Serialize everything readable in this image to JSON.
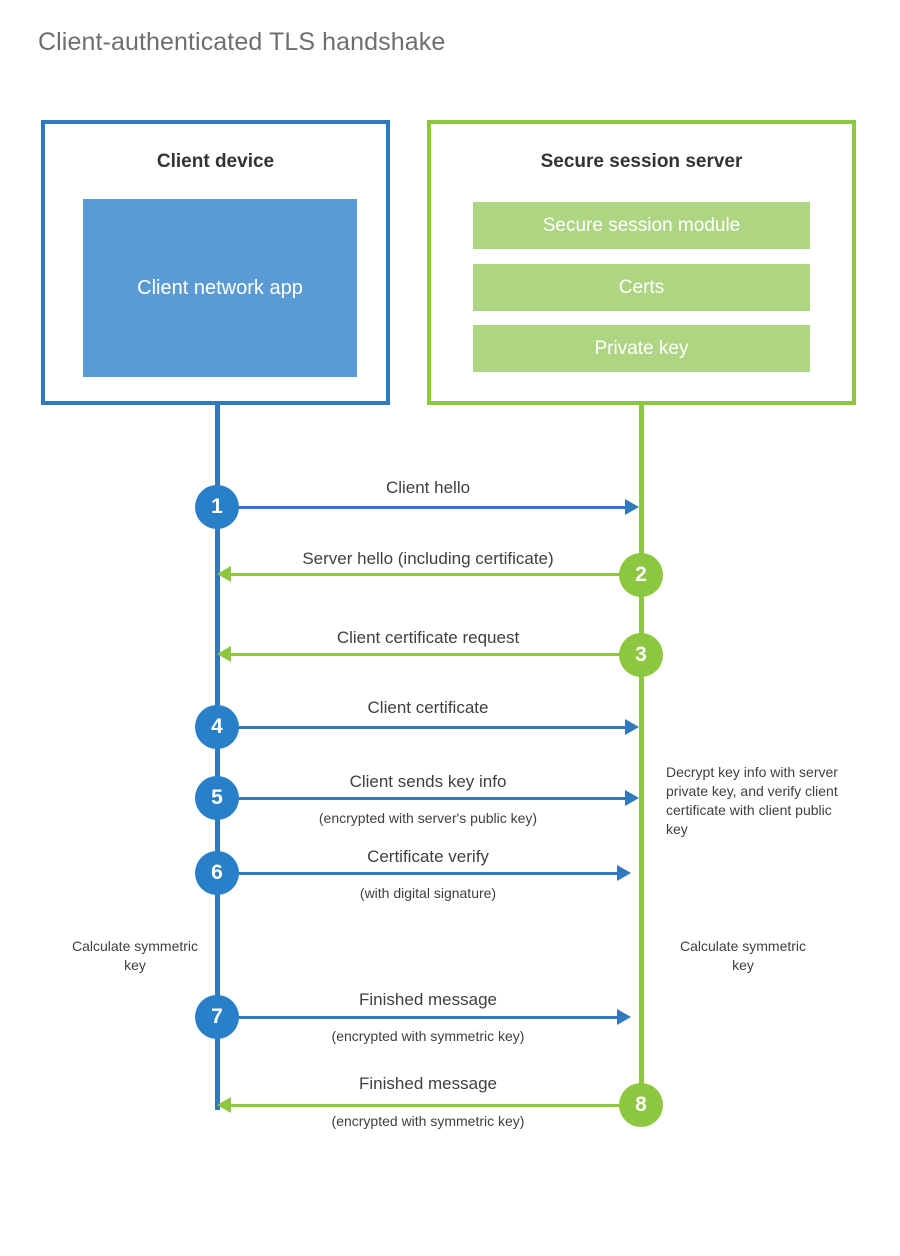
{
  "page": {
    "title": "Client-authenticated TLS handshake"
  },
  "colors": {
    "client_border": "#3178be",
    "client_fill": "#5b9bd5",
    "server_border": "#8dc63f",
    "server_fill": "#aed581",
    "client_step": "#2980c9",
    "server_step": "#8dc63f",
    "title_text": "#6d6e71",
    "body_text": "#3f3f3f",
    "background": "#ffffff"
  },
  "actors": {
    "client": {
      "title": "Client device",
      "component": "Client network app"
    },
    "server": {
      "title": "Secure session server",
      "components": [
        "Secure session module",
        "Certs",
        "Private key"
      ]
    }
  },
  "steps": [
    {
      "number": "1",
      "label": "Client hello",
      "sub": "",
      "direction": "client-to-server",
      "origin": "client"
    },
    {
      "number": "2",
      "label": "Server hello (including certificate)",
      "sub": "",
      "direction": "server-to-client",
      "origin": "server"
    },
    {
      "number": "3",
      "label": "Client certificate request",
      "sub": "",
      "direction": "server-to-client",
      "origin": "server"
    },
    {
      "number": "4",
      "label": "Client certificate",
      "sub": "",
      "direction": "client-to-server",
      "origin": "client"
    },
    {
      "number": "5",
      "label": "Client sends key info",
      "sub": "(encrypted with server's public key)",
      "direction": "client-to-server",
      "origin": "client"
    },
    {
      "number": "6",
      "label": "Certificate verify",
      "sub": "(with digital signature)",
      "direction": "client-to-server",
      "origin": "client"
    },
    {
      "number": "7",
      "label": "Finished message",
      "sub": "(encrypted with symmetric key)",
      "direction": "client-to-server",
      "origin": "client"
    },
    {
      "number": "8",
      "label": "Finished message",
      "sub": "(encrypted with symmetric key)",
      "direction": "server-to-client",
      "origin": "server"
    }
  ],
  "notes": {
    "server_decrypt": "Decrypt key info with server private key, and verify client certificate with client public key",
    "client_symmetric_key": "Calculate symmetric key",
    "server_symmetric_key": "Calculate symmetric key"
  }
}
